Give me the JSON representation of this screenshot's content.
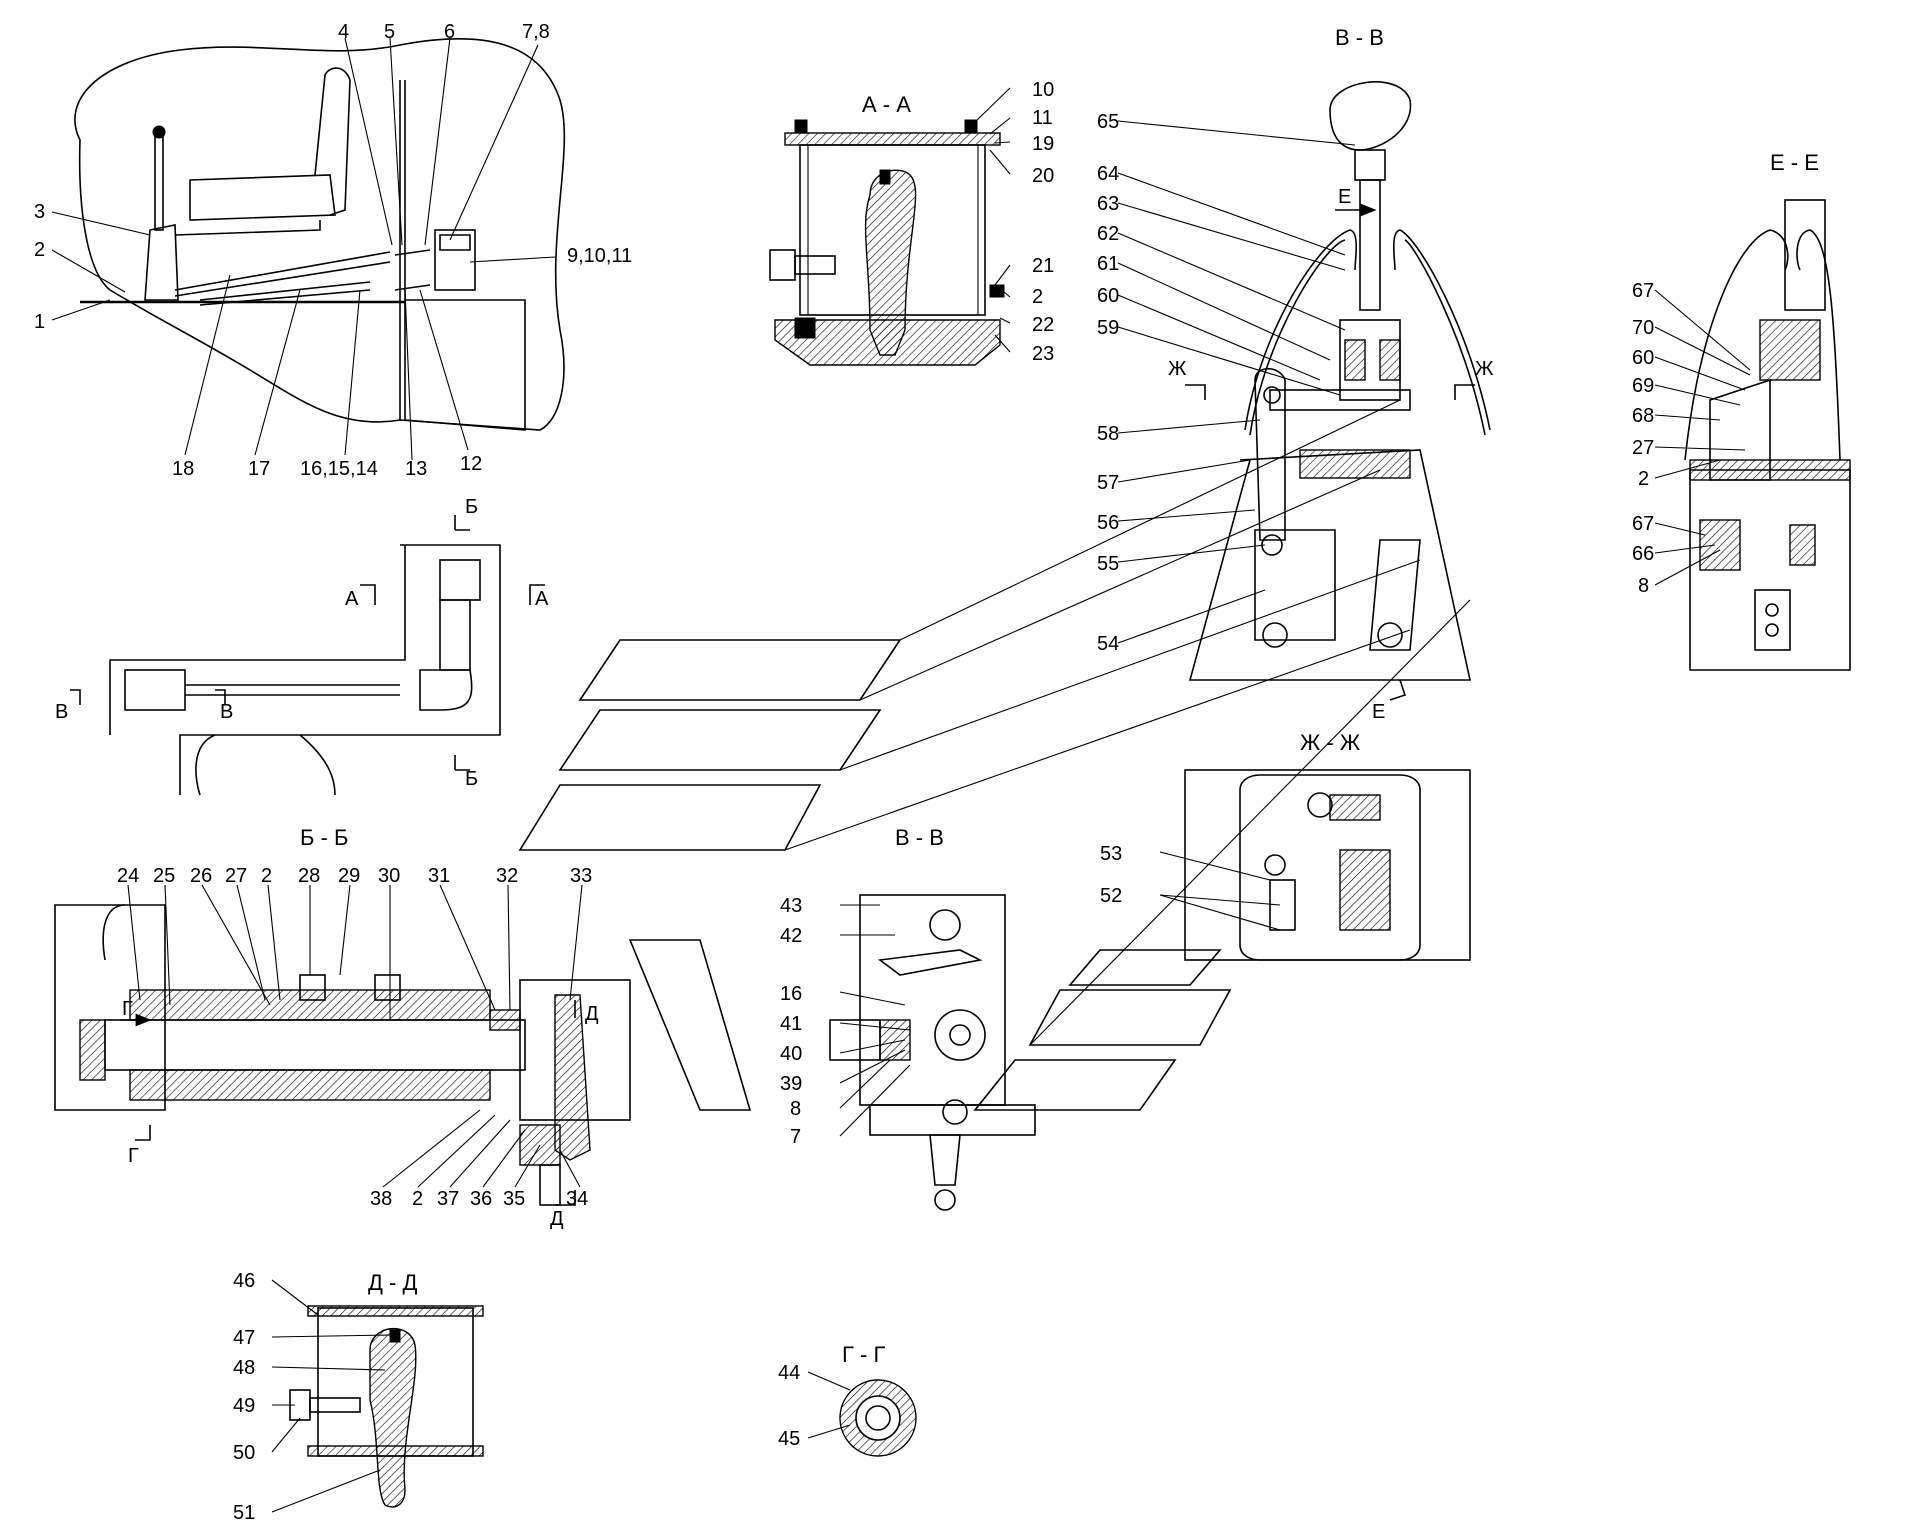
{
  "views": {
    "aa": "А - А",
    "vv_top": "В - В",
    "ee": "Е - Е",
    "bb": "Б - Б",
    "vv_mid": "В - В",
    "zhzh": "Ж - Ж",
    "dd": "Д - Д",
    "gg": "Г - Г"
  },
  "cut_marks": {
    "b_top": "Б",
    "b_bot": "Б",
    "a_left": "А",
    "a_right": "А",
    "v_left": "В",
    "v_right": "В",
    "g_top": "Г",
    "g_bot": "Г",
    "d_top": "Д",
    "d_bot": "Д",
    "e_top": "Е",
    "e_bot": "Е",
    "zh_left": "Ж",
    "zh_right": "Ж"
  },
  "labels": {
    "overview": [
      "1",
      "2",
      "3",
      "4",
      "5",
      "6",
      "7,8",
      "9,10,11",
      "12",
      "13",
      "16,15,14",
      "17",
      "18"
    ],
    "aa": [
      "10",
      "11",
      "19",
      "20",
      "21",
      "2",
      "22",
      "23"
    ],
    "vv_top": [
      "65",
      "64",
      "63",
      "62",
      "61",
      "60",
      "59",
      "58",
      "57",
      "56",
      "55",
      "54"
    ],
    "ee": [
      "67",
      "70",
      "60",
      "69",
      "68",
      "27",
      "2",
      "67",
      "66",
      "8"
    ],
    "bb": [
      "24",
      "25",
      "26",
      "27",
      "2",
      "28",
      "29",
      "30",
      "31",
      "32",
      "33",
      "38",
      "2",
      "37",
      "36",
      "35",
      "34"
    ],
    "vv_mid": [
      "43",
      "42",
      "16",
      "41",
      "40",
      "39",
      "8",
      "7"
    ],
    "zhzh": [
      "53",
      "52"
    ],
    "dd": [
      "46",
      "47",
      "48",
      "49",
      "50",
      "51"
    ],
    "gg": [
      "44",
      "45"
    ]
  }
}
